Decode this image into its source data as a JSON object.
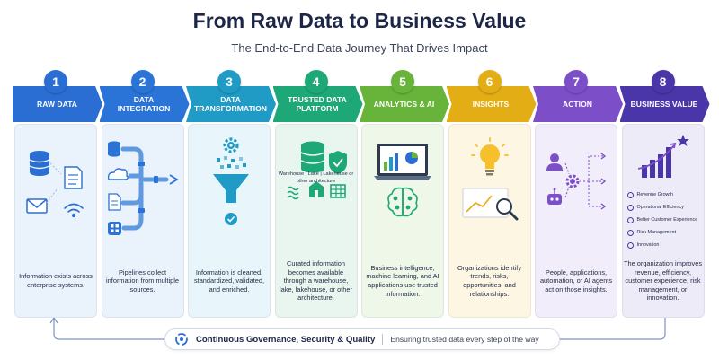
{
  "title": "From Raw Data to Business Value",
  "subtitle": "The End-to-End Data Journey That Drives Impact",
  "stages": [
    {
      "number": "1",
      "title": "RAW DATA",
      "description": "Information exists across enterprise systems.",
      "color": "#2b6ed3",
      "card_bg": "#eaf2fc"
    },
    {
      "number": "2",
      "title": "DATA INTEGRATION",
      "description": "Pipelines collect information from multiple sources.",
      "color": "#2a74d8",
      "card_bg": "#eaf2fc"
    },
    {
      "number": "3",
      "title": "DATA TRANSFORMATION",
      "description": "Information is cleaned, standardized, validated, and enriched.",
      "color": "#1f9bc6",
      "card_bg": "#e8f5fa"
    },
    {
      "number": "4",
      "title": "TRUSTED DATA PLATFORM",
      "description": "Curated information becomes available through a warehouse, lake, lakehouse, or other architecture.",
      "color": "#1ea878",
      "card_bg": "#e8f6ef",
      "storage_label": "Warehouse | Lake | Lakehouse or other architecture"
    },
    {
      "number": "5",
      "title": "ANALYTICS & AI",
      "description": "Business intelligence, machine learning, and AI applications use trusted information.",
      "color": "#68b43a",
      "card_bg": "#eef7e8"
    },
    {
      "number": "6",
      "title": "INSIGHTS",
      "description": "Organizations identify trends, risks, opportunities, and relationships.",
      "color": "#e3ad16",
      "card_bg": "#fdf6e2"
    },
    {
      "number": "7",
      "title": "ACTION",
      "description": "People, applications, automation, or AI agents act on those insights.",
      "color": "#7c4fc9",
      "card_bg": "#f2edfa"
    },
    {
      "number": "8",
      "title": "BUSINESS VALUE",
      "description": "The organization improves revenue, efficiency, customer experience, risk management, or innovation.",
      "color": "#4a36a8",
      "card_bg": "#eeebf8",
      "values": [
        "Revenue Growth",
        "Operational Efficiency",
        "Better Customer Experience",
        "Risk Management",
        "Innovation"
      ]
    }
  ],
  "governance": {
    "title": "Continuous Governance, Security & Quality",
    "subtitle": "Ensuring trusted data every step of the way"
  }
}
